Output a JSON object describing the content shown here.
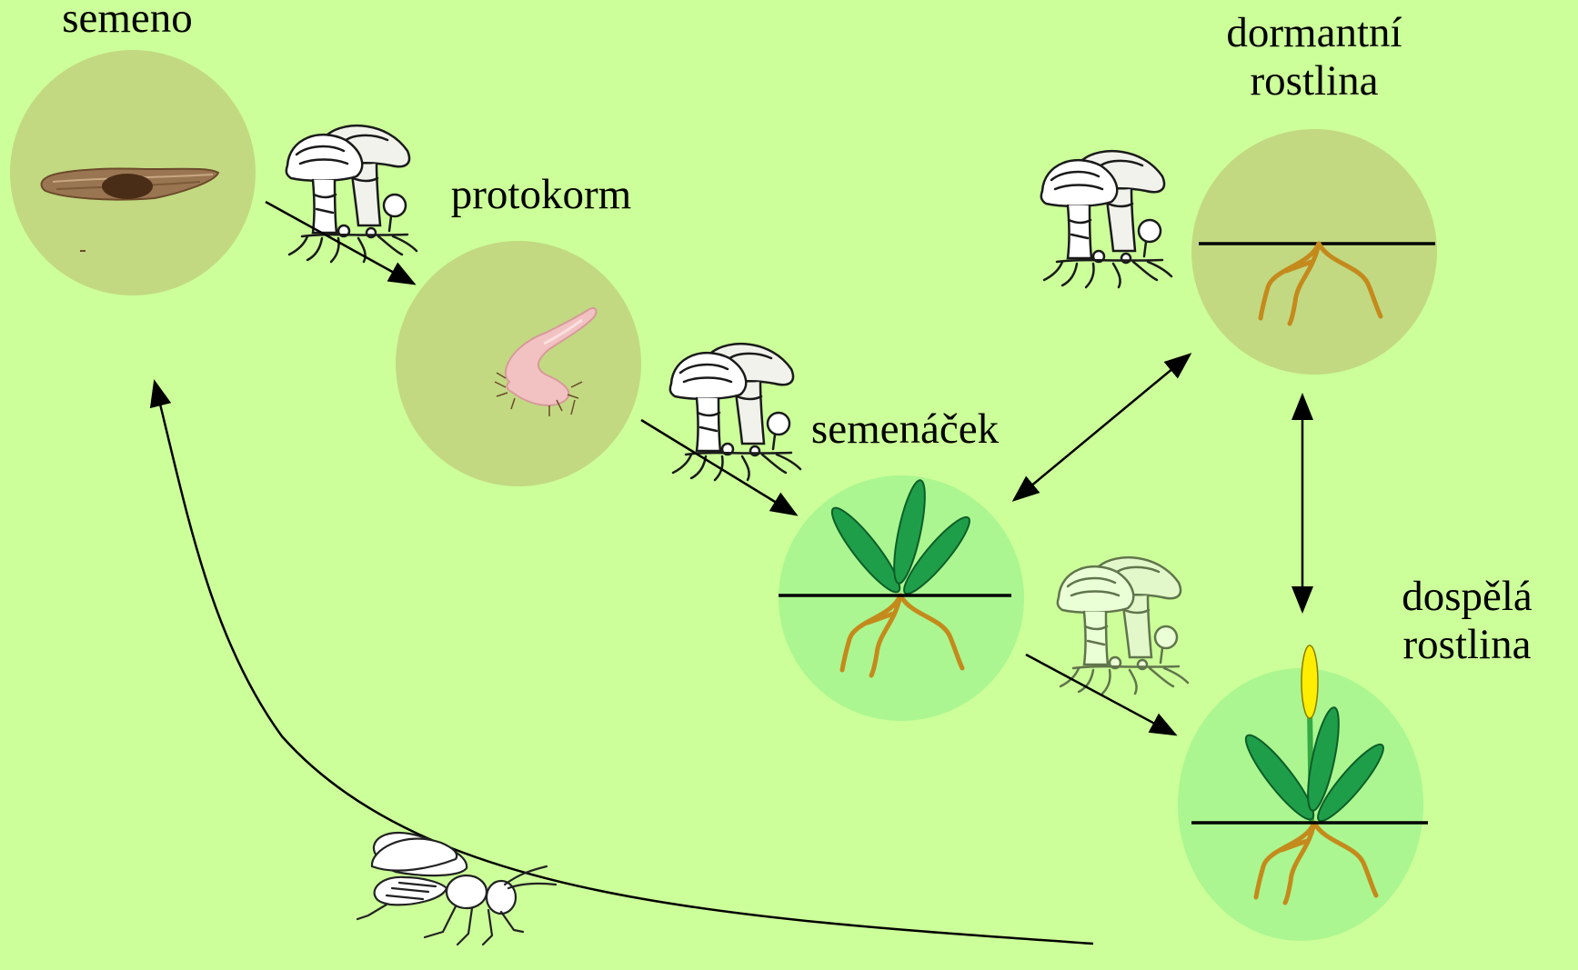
{
  "labels": {
    "seed": "semeno",
    "protocorm": "protokorm",
    "seedling": "semenáček",
    "dormant_line1": "dormantní",
    "dormant_line2": "rostlina",
    "adult_line1": "dospělá",
    "adult_line2": "rostlina"
  },
  "colors": {
    "background": "#ccff99",
    "underground_circle": "#c2d982",
    "aboveground_circle": "#abf690",
    "leaf": "#1f9e4a",
    "root": "#c58a1c",
    "flower": "#ffee00",
    "stem": "#33aa44"
  }
}
